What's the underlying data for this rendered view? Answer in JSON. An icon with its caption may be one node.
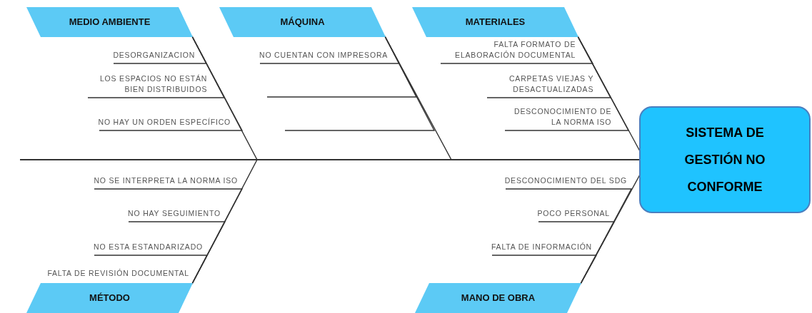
{
  "diagram": {
    "nodes": [
      {
        "text": [
          "MEDIO AMBIENTE"
        ]
      },
      {
        "text": [
          "DESORGANIZACION"
        ]
      },
      {
        "text": [
          "LOS ESPACIOS NO ESTÁN BIEN DISTRIBUIDOS"
        ]
      },
      {
        "text": [
          "NO HAY UN ORDEN ESPECÍFICO"
        ]
      },
      {
        "text": [
          "MÁQUINA"
        ]
      },
      {
        "text": [
          "NO CUENTAN CON IMPRESORA"
        ]
      },
      {
        "text": [
          "MATERIALES"
        ]
      },
      {
        "text": [
          "FALTA FORMATO DE ELABORACIÓN DOCUMENTAL"
        ]
      },
      {
        "text": [
          "CARPETAS VIEJAS Y DESACTUALIZADAS"
        ]
      },
      {
        "text": [
          "DESCONOCIMIENTO DE LA NORMA ISO"
        ]
      },
      {
        "text": [
          "SISTEMA DE GESTIÓN NO CONFORME"
        ]
      },
      {
        "text": [
          "NO SE INTERPRETA LA NORMA ISO"
        ]
      },
      {
        "text": [
          "NO HAY SEGUIMIENTO"
        ]
      },
      {
        "text": [
          "NO ESTA ESTANDARIZADO"
        ]
      },
      {
        "text": [
          "FALTA DE REVISIÓN DOCUMENTAL"
        ]
      },
      {
        "text": [
          "MÉTODO"
        ]
      },
      {
        "text": [
          "DESCONOCIMIENTO DEL SDG"
        ]
      },
      {
        "text": [
          "POCO PERSONAL"
        ]
      },
      {
        "text": [
          "FALTA DE INFORMACIÓN"
        ]
      },
      {
        "text": [
          "MANO DE OBRA"
        ]
      }
    ],
    "edges": [
      {
        "from": 0,
        "to": 10,
        "arrow": "none"
      },
      {
        "from": 4,
        "to": 10,
        "arrow": "none"
      },
      {
        "from": 6,
        "to": 10,
        "arrow": "none"
      },
      {
        "from": 15,
        "to": 10,
        "arrow": "none"
      },
      {
        "from": 19,
        "to": 10,
        "arrow": "none"
      },
      {
        "from": null,
        "to": 10,
        "arrow": "none"
      },
      {
        "from": 1,
        "to": 0,
        "arrow": "none"
      },
      {
        "from": 2,
        "to": 0,
        "arrow": "none"
      },
      {
        "from": 3,
        "to": 0,
        "arrow": "none"
      },
      {
        "from": 5,
        "to": 4,
        "arrow": "none"
      },
      {
        "from": null,
        "to": 4,
        "arrow": "none"
      },
      {
        "from": null,
        "to": 4,
        "arrow": "none"
      },
      {
        "from": 7,
        "to": 6,
        "arrow": "none"
      },
      {
        "from": 8,
        "to": 6,
        "arrow": "none"
      },
      {
        "from": 9,
        "to": 6,
        "arrow": "none"
      },
      {
        "from": 11,
        "to": 15,
        "arrow": "none"
      },
      {
        "from": 12,
        "to": 15,
        "arrow": "none"
      },
      {
        "from": 13,
        "to": 15,
        "arrow": "none"
      },
      {
        "from": 16,
        "to": 19,
        "arrow": "none"
      },
      {
        "from": 17,
        "to": 19,
        "arrow": "none"
      },
      {
        "from": 18,
        "to": 19,
        "arrow": "none"
      }
    ]
  }
}
